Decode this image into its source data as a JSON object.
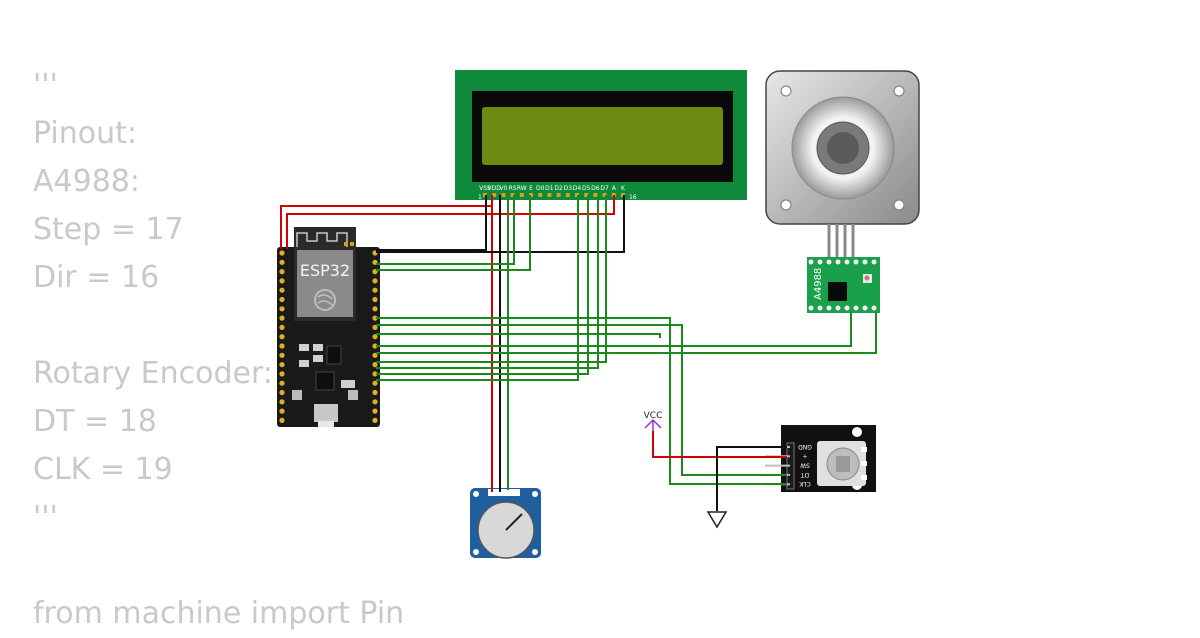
{
  "code_lines": [
    "'''",
    "Pinout:",
    "A4988:",
    "Step = 17",
    "Dir = 16",
    "",
    "Rotary Encoder:",
    "DT = 18",
    "CLK = 19",
    "'''",
    "",
    "from machine import Pin"
  ],
  "esp32": {
    "label": "ESP32"
  },
  "lcd": {
    "pins": [
      "VSS",
      "VDD",
      "V0",
      "RS",
      "RW",
      "E",
      "D0",
      "D1",
      "D2",
      "D3",
      "D4",
      "D5",
      "D6",
      "D7",
      "A",
      "K"
    ],
    "pin_first": "1",
    "pin_last": "16"
  },
  "driver": {
    "label": "A4988"
  },
  "encoder": {
    "pins": [
      "GND",
      "+",
      "SW",
      "DT",
      "CLK"
    ]
  },
  "power": {
    "vcc_label": "VCC"
  },
  "colors": {
    "wire_red": "#d40000",
    "wire_black": "#111111",
    "wire_green": "#1a8a1a",
    "lcd_board": "#0f8a3a",
    "lcd_screen": "#6f8a12",
    "driver_board": "#1aa04a",
    "pot_board": "#1f5fa0",
    "vcc_purple": "#9b30d9"
  }
}
